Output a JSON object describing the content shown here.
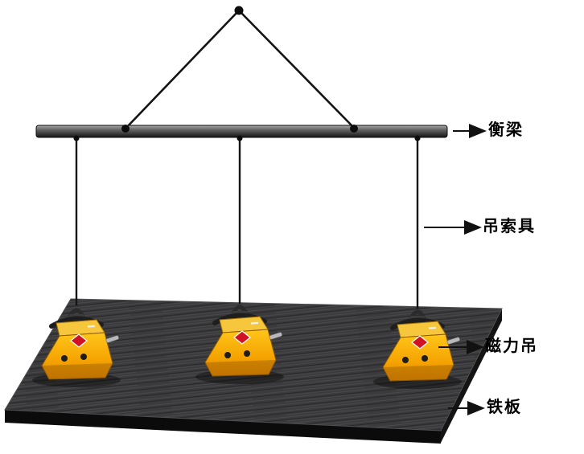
{
  "labels": {
    "beam": "衡梁",
    "rigging": "吊索具",
    "lifter": "磁力吊",
    "plate": "铁板"
  },
  "parts": {
    "hook_point": "hook-point-dot",
    "sling_lines": "sling-line",
    "spreader_beam": "spreader-beam",
    "vertical_slings": "vertical-sling-line",
    "magnetic_lifter": "magnetic-lifter",
    "steel_plate": "steel-plate",
    "label_arrow": "label-arrow"
  },
  "counts": {
    "magnetic_lifters": 3,
    "vertical_slings": 3
  },
  "colors": {
    "background": "#ffffff",
    "line_black": "#141414",
    "beam_dark": "#141414",
    "lifter_yellow": "#f5a300",
    "lifter_orange": "#dd8500",
    "diamond_red": "#d11224",
    "plate_gray": "#3b3b3d",
    "plate_edge_black": "#0b0b0b",
    "label_text": "#000000"
  }
}
